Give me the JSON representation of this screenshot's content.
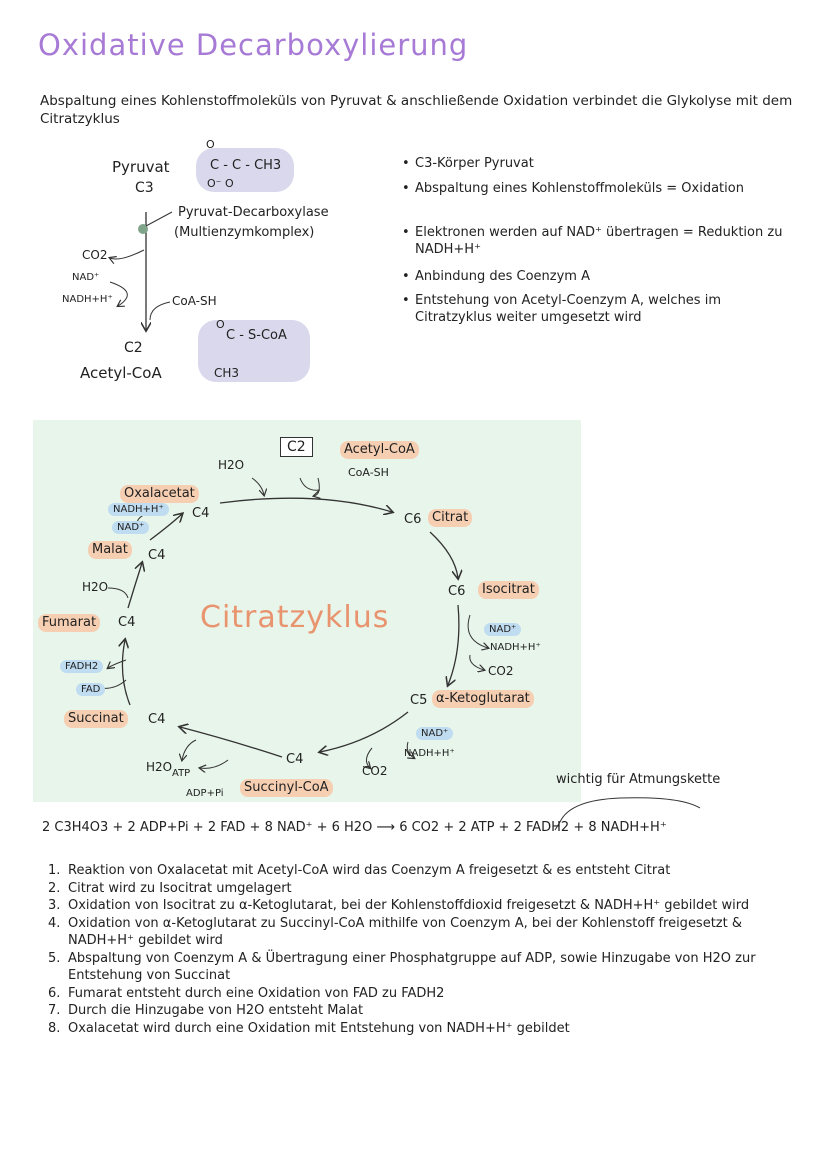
{
  "title": "Oxidative Decarboxylierung",
  "intro": "Abspaltung eines Kohlenstoffmoleküls von Pyruvat & anschließende Oxidation verbindet die Glykolyse mit dem Citratzyklus",
  "pyruvat": {
    "name": "Pyruvat",
    "c3": "C3",
    "formula_top": "O",
    "formula_mid": "C - C - CH3",
    "formula_bottom": "O⁻    O",
    "enzyme": "Pyruvat-Decarboxylase",
    "enzyme_sub": "(Multienzymkomplex)",
    "co2": "CO2",
    "nad": "NAD⁺",
    "nadh": "NADH+H⁺",
    "coa_sh": "CoA-SH",
    "c2": "C2",
    "acetyl": "Acetyl-CoA",
    "acetyl_top": "O",
    "acetyl_mid": "C - S-CoA",
    "acetyl_bottom": "CH3"
  },
  "bullets": [
    "C3-Körper Pyruvat",
    "Abspaltung eines Kohlenstoffmoleküls = Oxidation",
    "Elektronen werden auf NAD⁺ übertragen = Reduktion zu NADH+H⁺",
    "Anbindung des Coenzym A",
    "Entstehung von Acetyl-Coenzym A, welches im Citratzyklus weiter umgesetzt wird"
  ],
  "cycle": {
    "center": "Citratzyklus",
    "c2": "C2",
    "acetyl": "Acetyl-CoA",
    "coa_sh": "CoA-SH",
    "h2o_top": "H2O",
    "c6_a": "C6",
    "citrat": "Citrat",
    "c6_b": "C6",
    "isocitrat": "Isocitrat",
    "nad_1": "NAD⁺",
    "nadh_1": "NADH+H⁺",
    "co2_1": "CO2",
    "c5": "C5",
    "ketoglutarat": "α-Ketoglutarat",
    "nad_2": "NAD⁺",
    "nadh_2": "NADH+H⁺",
    "co2_2": "CO2",
    "c4_succ": "C4",
    "succinylcoa": "Succinyl-CoA",
    "atp": "ATP",
    "adp": "ADP+Pi",
    "h2o_b": "H2O",
    "succinat": "Succinat",
    "c4_s": "C4",
    "fadh2": "FADH2",
    "fad": "FAD",
    "fumarat": "Fumarat",
    "c4_f": "C4",
    "h2o_l": "H2O",
    "malat": "Malat",
    "c4_m": "C4",
    "nad_3": "NAD⁺",
    "nadh_3": "NADH+H⁺",
    "oxalacetat": "Oxalacetat",
    "c4_o": "C4"
  },
  "note": "wichtig für Atmungskette",
  "equation": "2 C3H4O3 + 2 ADP+Pi + 2 FAD + 8 NAD⁺ + 6 H2O ⟶ 6 CO2 + 2 ATP + 2 FADH2 + 8 NADH+H⁺",
  "steps": [
    "Reaktion von Oxalacetat mit Acetyl-CoA wird das Coenzym A freigesetzt & es entsteht Citrat",
    "Citrat wird zu Isocitrat umgelagert",
    "Oxidation von Isocitrat zu α-Ketoglutarat, bei der Kohlenstoffdioxid freigesetzt & NADH+H⁺ gebildet wird",
    "Oxidation von α-Ketoglutarat zu Succinyl-CoA mithilfe von Coenzym A, bei der Kohlenstoff freigesetzt & NADH+H⁺ gebildet wird",
    "Abspaltung von Coenzym A & Übertragung einer Phosphatgruppe auf ADP, sowie Hinzugabe von H2O zur Entstehung von Succinat",
    "Fumarat entsteht durch eine Oxidation von FAD zu FADH2",
    "Durch die Hinzugabe von H2O entsteht Malat",
    "Oxalacetat wird durch eine Oxidation mit Entstehung von NADH+H⁺ gebildet"
  ],
  "step_numbers": [
    "1.",
    "2.",
    "3.",
    "4.",
    "5.",
    "6.",
    "7.",
    "8."
  ],
  "colors": {
    "title": "#a77ad6",
    "cycle_title": "#e8946f",
    "blob": "#d9d8ec",
    "cycle_bg": "#e8f5ea",
    "peach": "#f6cfb2",
    "blue": "#bfdcf0"
  }
}
